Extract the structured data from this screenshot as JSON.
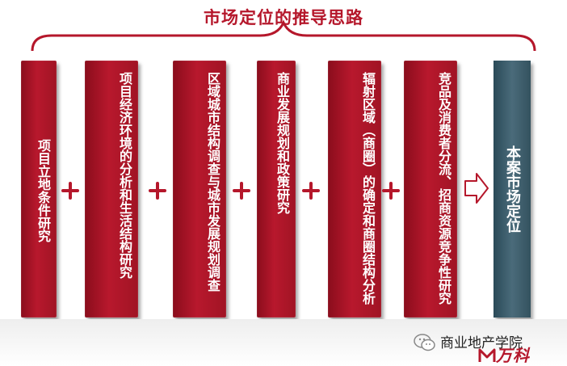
{
  "title": "市场定位的推导思路",
  "steps": [
    "项目立地条件研究",
    "项目经济环境的分析和生活结构研究",
    "区域城市结构调查与城市发展规划调查",
    "商业发展规划和政策研究",
    "辐射区域（商圈）的确定和商圈结构分析",
    "竞品及消费者分流、招商资源竞争性研究"
  ],
  "result": "本案市场定位",
  "operator": "+",
  "watermark": {
    "account_name": "商业地产学院",
    "brand": "万科"
  },
  "colors": {
    "title": "#b5172b",
    "step_fill": "#a8162a",
    "plus": "#b5172b",
    "result_fill": "#3e5f6d"
  }
}
